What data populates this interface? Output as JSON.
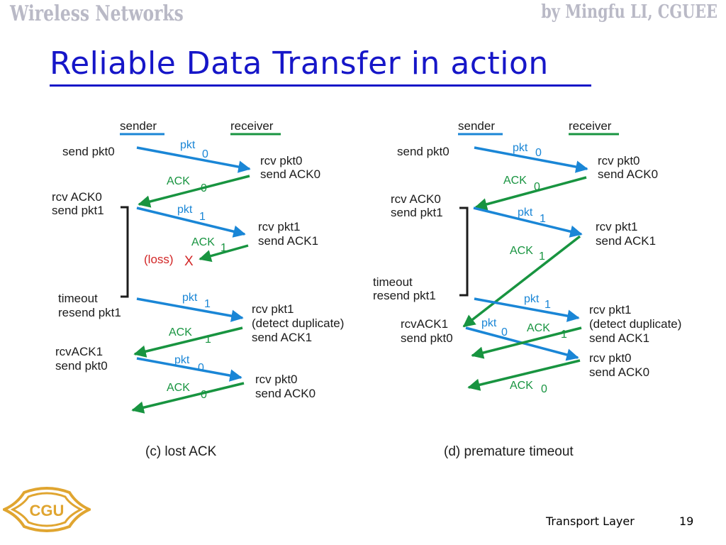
{
  "header": {
    "left": "Wireless Networks",
    "right": "by Mingfu LI, CGUEE"
  },
  "title": "Reliable Data Transfer in action",
  "colors": {
    "title": "#1616c8",
    "packet": "#1a86d6",
    "ack": "#189440",
    "loss": "#d22626",
    "text": "#1c1c1c"
  },
  "diagram_c": {
    "sender_label": "sender",
    "receiver_label": "receiver",
    "caption": "(c) lost ACK",
    "sender_events": [
      "send pkt0",
      "rcv ACK0",
      "send pkt1",
      "timeout",
      "resend pkt1",
      "rcvACK1",
      "send pkt0"
    ],
    "receiver_events": [
      "rcv pkt0",
      "send ACK0",
      "rcv pkt1",
      "send ACK1",
      "rcv pkt1",
      "(detect duplicate)",
      "send ACK1",
      "rcv pkt0",
      "send ACK0"
    ],
    "messages": [
      {
        "kind": "pkt",
        "label": "pkt",
        "seq": "0"
      },
      {
        "kind": "ack",
        "label": "ACK",
        "seq": "0"
      },
      {
        "kind": "pkt",
        "label": "pkt",
        "seq": "1"
      },
      {
        "kind": "ack",
        "label": "ACK",
        "seq": "1"
      },
      {
        "kind": "pkt",
        "label": "pkt",
        "seq": "1"
      },
      {
        "kind": "ack",
        "label": "ACK",
        "seq": "1"
      },
      {
        "kind": "pkt",
        "label": "pkt",
        "seq": "0"
      },
      {
        "kind": "ack",
        "label": "ACK",
        "seq": "0"
      }
    ],
    "loss_label": "(loss)",
    "loss_mark": "X"
  },
  "diagram_d": {
    "sender_label": "sender",
    "receiver_label": "receiver",
    "caption": "(d) premature timeout",
    "sender_events": [
      "send pkt0",
      "rcv ACK0",
      "send pkt1",
      "timeout",
      "resend pkt1",
      "rcvACK1",
      "send pkt0"
    ],
    "receiver_events": [
      "rcv pkt0",
      "send ACK0",
      "rcv pkt1",
      "send ACK1",
      "rcv pkt1",
      "(detect duplicate)",
      "send ACK1",
      "rcv pkt0",
      "send ACK0"
    ],
    "messages": [
      {
        "kind": "pkt",
        "label": "pkt",
        "seq": "0"
      },
      {
        "kind": "ack",
        "label": "ACK",
        "seq": "0"
      },
      {
        "kind": "pkt",
        "label": "pkt",
        "seq": "1"
      },
      {
        "kind": "ack",
        "label": "ACK",
        "seq": "1"
      },
      {
        "kind": "pkt",
        "label": "pkt",
        "seq": "1"
      },
      {
        "kind": "pkt",
        "label": "pkt",
        "seq": "0"
      },
      {
        "kind": "ack",
        "label": "ACK",
        "seq": "1"
      },
      {
        "kind": "ack",
        "label": "ACK",
        "seq": "0"
      }
    ]
  },
  "footer": {
    "text": "Transport Layer",
    "page": "19"
  },
  "logo": {
    "mark": "CGU"
  }
}
